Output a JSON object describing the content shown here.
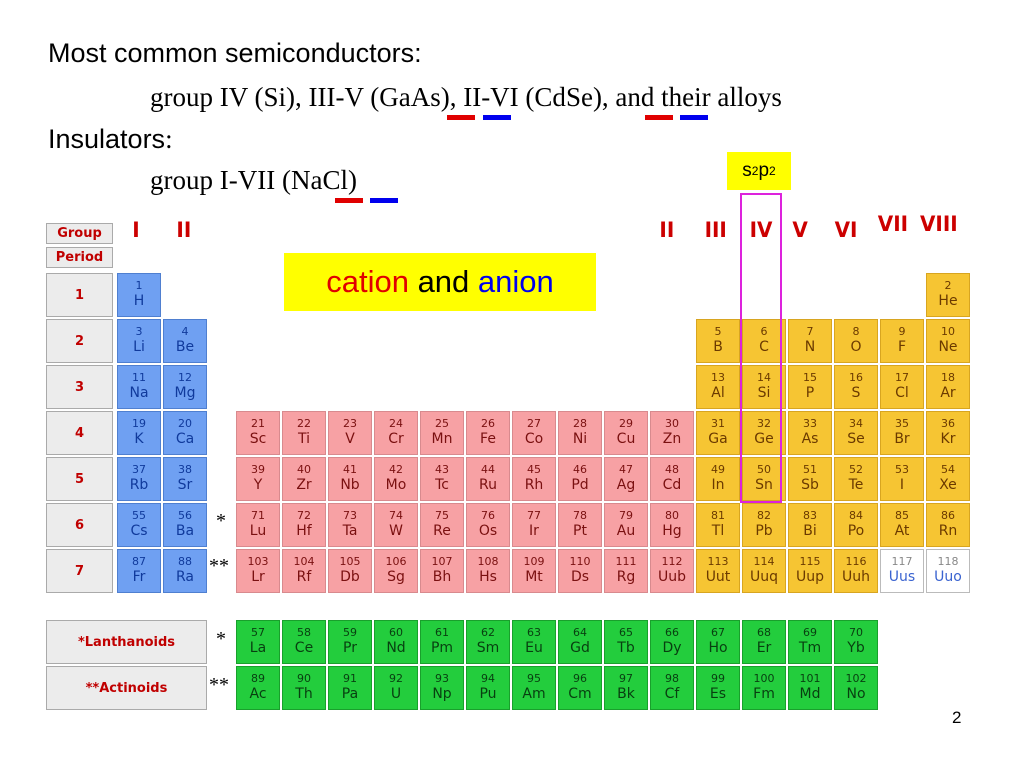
{
  "title": "Most common semiconductors:",
  "semi_line": {
    "pre": "group IV (Si), III-V (",
    "ga": "Ga",
    "as": "As",
    "mid": "), II-VI (",
    "cd": "Cd",
    "se": "Se",
    "post": "), and their alloys"
  },
  "insulators_title": "Insulators",
  "insulators_colon": ":",
  "insul_line": {
    "pre": "group I-VII (",
    "na": "Na",
    "cl": "Cl",
    "post": ")"
  },
  "config": {
    "base1": "s",
    "exp1": "2",
    "base2": "p",
    "exp2": "2"
  },
  "cation_anion": {
    "cation": "cation",
    "and": " and ",
    "anion": "anion"
  },
  "colors": {
    "cation": "#e00000",
    "anion": "#0000ee",
    "highlight_box": "#ffff00",
    "group_iv_outline": "#dd22dd",
    "s_block": "#6fa0f2",
    "d_block": "#f7a1a4",
    "p_block": "#f6c533",
    "f_block": "#23cd3d"
  },
  "labels": {
    "group": "Group",
    "period": "Period",
    "lanthanoids": "*Lanthanoids",
    "actinoids": "**Actinoids"
  },
  "period_numbers": [
    "1",
    "2",
    "3",
    "4",
    "5",
    "6",
    "7"
  ],
  "group_headers": [
    "I",
    "II",
    "II",
    "III",
    "IV",
    "V",
    "VI",
    "VII",
    "VIII"
  ],
  "stars": {
    "single": "*",
    "double": "**"
  },
  "page_number": "2",
  "elements": [
    {
      "n": "1",
      "s": "H",
      "r": 0,
      "c": 0,
      "b": "s"
    },
    {
      "n": "2",
      "s": "He",
      "r": 0,
      "c": 17,
      "b": "p"
    },
    {
      "n": "3",
      "s": "Li",
      "r": 1,
      "c": 0,
      "b": "s"
    },
    {
      "n": "4",
      "s": "Be",
      "r": 1,
      "c": 1,
      "b": "s"
    },
    {
      "n": "5",
      "s": "B",
      "r": 1,
      "c": 12,
      "b": "p"
    },
    {
      "n": "6",
      "s": "C",
      "r": 1,
      "c": 13,
      "b": "p"
    },
    {
      "n": "7",
      "s": "N",
      "r": 1,
      "c": 14,
      "b": "p"
    },
    {
      "n": "8",
      "s": "O",
      "r": 1,
      "c": 15,
      "b": "p"
    },
    {
      "n": "9",
      "s": "F",
      "r": 1,
      "c": 16,
      "b": "p"
    },
    {
      "n": "10",
      "s": "Ne",
      "r": 1,
      "c": 17,
      "b": "p"
    },
    {
      "n": "11",
      "s": "Na",
      "r": 2,
      "c": 0,
      "b": "s"
    },
    {
      "n": "12",
      "s": "Mg",
      "r": 2,
      "c": 1,
      "b": "s"
    },
    {
      "n": "13",
      "s": "Al",
      "r": 2,
      "c": 12,
      "b": "p"
    },
    {
      "n": "14",
      "s": "Si",
      "r": 2,
      "c": 13,
      "b": "p"
    },
    {
      "n": "15",
      "s": "P",
      "r": 2,
      "c": 14,
      "b": "p"
    },
    {
      "n": "16",
      "s": "S",
      "r": 2,
      "c": 15,
      "b": "p"
    },
    {
      "n": "17",
      "s": "Cl",
      "r": 2,
      "c": 16,
      "b": "p"
    },
    {
      "n": "18",
      "s": "Ar",
      "r": 2,
      "c": 17,
      "b": "p"
    },
    {
      "n": "19",
      "s": "K",
      "r": 3,
      "c": 0,
      "b": "s"
    },
    {
      "n": "20",
      "s": "Ca",
      "r": 3,
      "c": 1,
      "b": "s"
    },
    {
      "n": "21",
      "s": "Sc",
      "r": 3,
      "c": 2,
      "b": "d"
    },
    {
      "n": "22",
      "s": "Ti",
      "r": 3,
      "c": 3,
      "b": "d"
    },
    {
      "n": "23",
      "s": "V",
      "r": 3,
      "c": 4,
      "b": "d"
    },
    {
      "n": "24",
      "s": "Cr",
      "r": 3,
      "c": 5,
      "b": "d"
    },
    {
      "n": "25",
      "s": "Mn",
      "r": 3,
      "c": 6,
      "b": "d"
    },
    {
      "n": "26",
      "s": "Fe",
      "r": 3,
      "c": 7,
      "b": "d"
    },
    {
      "n": "27",
      "s": "Co",
      "r": 3,
      "c": 8,
      "b": "d"
    },
    {
      "n": "28",
      "s": "Ni",
      "r": 3,
      "c": 9,
      "b": "d"
    },
    {
      "n": "29",
      "s": "Cu",
      "r": 3,
      "c": 10,
      "b": "d"
    },
    {
      "n": "30",
      "s": "Zn",
      "r": 3,
      "c": 11,
      "b": "d"
    },
    {
      "n": "31",
      "s": "Ga",
      "r": 3,
      "c": 12,
      "b": "p"
    },
    {
      "n": "32",
      "s": "Ge",
      "r": 3,
      "c": 13,
      "b": "p"
    },
    {
      "n": "33",
      "s": "As",
      "r": 3,
      "c": 14,
      "b": "p"
    },
    {
      "n": "34",
      "s": "Se",
      "r": 3,
      "c": 15,
      "b": "p"
    },
    {
      "n": "35",
      "s": "Br",
      "r": 3,
      "c": 16,
      "b": "p"
    },
    {
      "n": "36",
      "s": "Kr",
      "r": 3,
      "c": 17,
      "b": "p"
    },
    {
      "n": "37",
      "s": "Rb",
      "r": 4,
      "c": 0,
      "b": "s"
    },
    {
      "n": "38",
      "s": "Sr",
      "r": 4,
      "c": 1,
      "b": "s"
    },
    {
      "n": "39",
      "s": "Y",
      "r": 4,
      "c": 2,
      "b": "d"
    },
    {
      "n": "40",
      "s": "Zr",
      "r": 4,
      "c": 3,
      "b": "d"
    },
    {
      "n": "41",
      "s": "Nb",
      "r": 4,
      "c": 4,
      "b": "d"
    },
    {
      "n": "42",
      "s": "Mo",
      "r": 4,
      "c": 5,
      "b": "d"
    },
    {
      "n": "43",
      "s": "Tc",
      "r": 4,
      "c": 6,
      "b": "d"
    },
    {
      "n": "44",
      "s": "Ru",
      "r": 4,
      "c": 7,
      "b": "d"
    },
    {
      "n": "45",
      "s": "Rh",
      "r": 4,
      "c": 8,
      "b": "d"
    },
    {
      "n": "46",
      "s": "Pd",
      "r": 4,
      "c": 9,
      "b": "d"
    },
    {
      "n": "47",
      "s": "Ag",
      "r": 4,
      "c": 10,
      "b": "d"
    },
    {
      "n": "48",
      "s": "Cd",
      "r": 4,
      "c": 11,
      "b": "d"
    },
    {
      "n": "49",
      "s": "In",
      "r": 4,
      "c": 12,
      "b": "p"
    },
    {
      "n": "50",
      "s": "Sn",
      "r": 4,
      "c": 13,
      "b": "p"
    },
    {
      "n": "51",
      "s": "Sb",
      "r": 4,
      "c": 14,
      "b": "p"
    },
    {
      "n": "52",
      "s": "Te",
      "r": 4,
      "c": 15,
      "b": "p"
    },
    {
      "n": "53",
      "s": "I",
      "r": 4,
      "c": 16,
      "b": "p"
    },
    {
      "n": "54",
      "s": "Xe",
      "r": 4,
      "c": 17,
      "b": "p"
    },
    {
      "n": "55",
      "s": "Cs",
      "r": 5,
      "c": 0,
      "b": "s"
    },
    {
      "n": "56",
      "s": "Ba",
      "r": 5,
      "c": 1,
      "b": "s"
    },
    {
      "n": "71",
      "s": "Lu",
      "r": 5,
      "c": 2,
      "b": "d"
    },
    {
      "n": "72",
      "s": "Hf",
      "r": 5,
      "c": 3,
      "b": "d"
    },
    {
      "n": "73",
      "s": "Ta",
      "r": 5,
      "c": 4,
      "b": "d"
    },
    {
      "n": "74",
      "s": "W",
      "r": 5,
      "c": 5,
      "b": "d"
    },
    {
      "n": "75",
      "s": "Re",
      "r": 5,
      "c": 6,
      "b": "d"
    },
    {
      "n": "76",
      "s": "Os",
      "r": 5,
      "c": 7,
      "b": "d"
    },
    {
      "n": "77",
      "s": "Ir",
      "r": 5,
      "c": 8,
      "b": "d"
    },
    {
      "n": "78",
      "s": "Pt",
      "r": 5,
      "c": 9,
      "b": "d"
    },
    {
      "n": "79",
      "s": "Au",
      "r": 5,
      "c": 10,
      "b": "d"
    },
    {
      "n": "80",
      "s": "Hg",
      "r": 5,
      "c": 11,
      "b": "d"
    },
    {
      "n": "81",
      "s": "Tl",
      "r": 5,
      "c": 12,
      "b": "p"
    },
    {
      "n": "82",
      "s": "Pb",
      "r": 5,
      "c": 13,
      "b": "p"
    },
    {
      "n": "83",
      "s": "Bi",
      "r": 5,
      "c": 14,
      "b": "p"
    },
    {
      "n": "84",
      "s": "Po",
      "r": 5,
      "c": 15,
      "b": "p"
    },
    {
      "n": "85",
      "s": "At",
      "r": 5,
      "c": 16,
      "b": "p"
    },
    {
      "n": "86",
      "s": "Rn",
      "r": 5,
      "c": 17,
      "b": "p"
    },
    {
      "n": "87",
      "s": "Fr",
      "r": 6,
      "c": 0,
      "b": "s"
    },
    {
      "n": "88",
      "s": "Ra",
      "r": 6,
      "c": 1,
      "b": "s"
    },
    {
      "n": "103",
      "s": "Lr",
      "r": 6,
      "c": 2,
      "b": "d"
    },
    {
      "n": "104",
      "s": "Rf",
      "r": 6,
      "c": 3,
      "b": "d"
    },
    {
      "n": "105",
      "s": "Db",
      "r": 6,
      "c": 4,
      "b": "d"
    },
    {
      "n": "106",
      "s": "Sg",
      "r": 6,
      "c": 5,
      "b": "d"
    },
    {
      "n": "107",
      "s": "Bh",
      "r": 6,
      "c": 6,
      "b": "d"
    },
    {
      "n": "108",
      "s": "Hs",
      "r": 6,
      "c": 7,
      "b": "d"
    },
    {
      "n": "109",
      "s": "Mt",
      "r": 6,
      "c": 8,
      "b": "d"
    },
    {
      "n": "110",
      "s": "Ds",
      "r": 6,
      "c": 9,
      "b": "d"
    },
    {
      "n": "111",
      "s": "Rg",
      "r": 6,
      "c": 10,
      "b": "d"
    },
    {
      "n": "112",
      "s": "Uub",
      "r": 6,
      "c": 11,
      "b": "d"
    },
    {
      "n": "113",
      "s": "Uut",
      "r": 6,
      "c": 12,
      "b": "p"
    },
    {
      "n": "114",
      "s": "Uuq",
      "r": 6,
      "c": 13,
      "b": "p"
    },
    {
      "n": "115",
      "s": "Uup",
      "r": 6,
      "c": 14,
      "b": "p"
    },
    {
      "n": "116",
      "s": "Uuh",
      "r": 6,
      "c": 15,
      "b": "p"
    },
    {
      "n": "117",
      "s": "Uus",
      "r": 6,
      "c": 16,
      "b": "u"
    },
    {
      "n": "118",
      "s": "Uuo",
      "r": 6,
      "c": 17,
      "b": "u"
    },
    {
      "n": "57",
      "s": "La",
      "r": 7,
      "c": 2,
      "b": "f"
    },
    {
      "n": "58",
      "s": "Ce",
      "r": 7,
      "c": 3,
      "b": "f"
    },
    {
      "n": "59",
      "s": "Pr",
      "r": 7,
      "c": 4,
      "b": "f"
    },
    {
      "n": "60",
      "s": "Nd",
      "r": 7,
      "c": 5,
      "b": "f"
    },
    {
      "n": "61",
      "s": "Pm",
      "r": 7,
      "c": 6,
      "b": "f"
    },
    {
      "n": "62",
      "s": "Sm",
      "r": 7,
      "c": 7,
      "b": "f"
    },
    {
      "n": "63",
      "s": "Eu",
      "r": 7,
      "c": 8,
      "b": "f"
    },
    {
      "n": "64",
      "s": "Gd",
      "r": 7,
      "c": 9,
      "b": "f"
    },
    {
      "n": "65",
      "s": "Tb",
      "r": 7,
      "c": 10,
      "b": "f"
    },
    {
      "n": "66",
      "s": "Dy",
      "r": 7,
      "c": 11,
      "b": "f"
    },
    {
      "n": "67",
      "s": "Ho",
      "r": 7,
      "c": 12,
      "b": "f"
    },
    {
      "n": "68",
      "s": "Er",
      "r": 7,
      "c": 13,
      "b": "f"
    },
    {
      "n": "69",
      "s": "Tm",
      "r": 7,
      "c": 14,
      "b": "f"
    },
    {
      "n": "70",
      "s": "Yb",
      "r": 7,
      "c": 15,
      "b": "f"
    },
    {
      "n": "89",
      "s": "Ac",
      "r": 8,
      "c": 2,
      "b": "f"
    },
    {
      "n": "90",
      "s": "Th",
      "r": 8,
      "c": 3,
      "b": "f"
    },
    {
      "n": "91",
      "s": "Pa",
      "r": 8,
      "c": 4,
      "b": "f"
    },
    {
      "n": "92",
      "s": "U",
      "r": 8,
      "c": 5,
      "b": "f"
    },
    {
      "n": "93",
      "s": "Np",
      "r": 8,
      "c": 6,
      "b": "f"
    },
    {
      "n": "94",
      "s": "Pu",
      "r": 8,
      "c": 7,
      "b": "f"
    },
    {
      "n": "95",
      "s": "Am",
      "r": 8,
      "c": 8,
      "b": "f"
    },
    {
      "n": "96",
      "s": "Cm",
      "r": 8,
      "c": 9,
      "b": "f"
    },
    {
      "n": "97",
      "s": "Bk",
      "r": 8,
      "c": 10,
      "b": "f"
    },
    {
      "n": "98",
      "s": "Cf",
      "r": 8,
      "c": 11,
      "b": "f"
    },
    {
      "n": "99",
      "s": "Es",
      "r": 8,
      "c": 12,
      "b": "f"
    },
    {
      "n": "100",
      "s": "Fm",
      "r": 8,
      "c": 13,
      "b": "f"
    },
    {
      "n": "101",
      "s": "Md",
      "r": 8,
      "c": 14,
      "b": "f"
    },
    {
      "n": "102",
      "s": "No",
      "r": 8,
      "c": 15,
      "b": "f"
    }
  ]
}
